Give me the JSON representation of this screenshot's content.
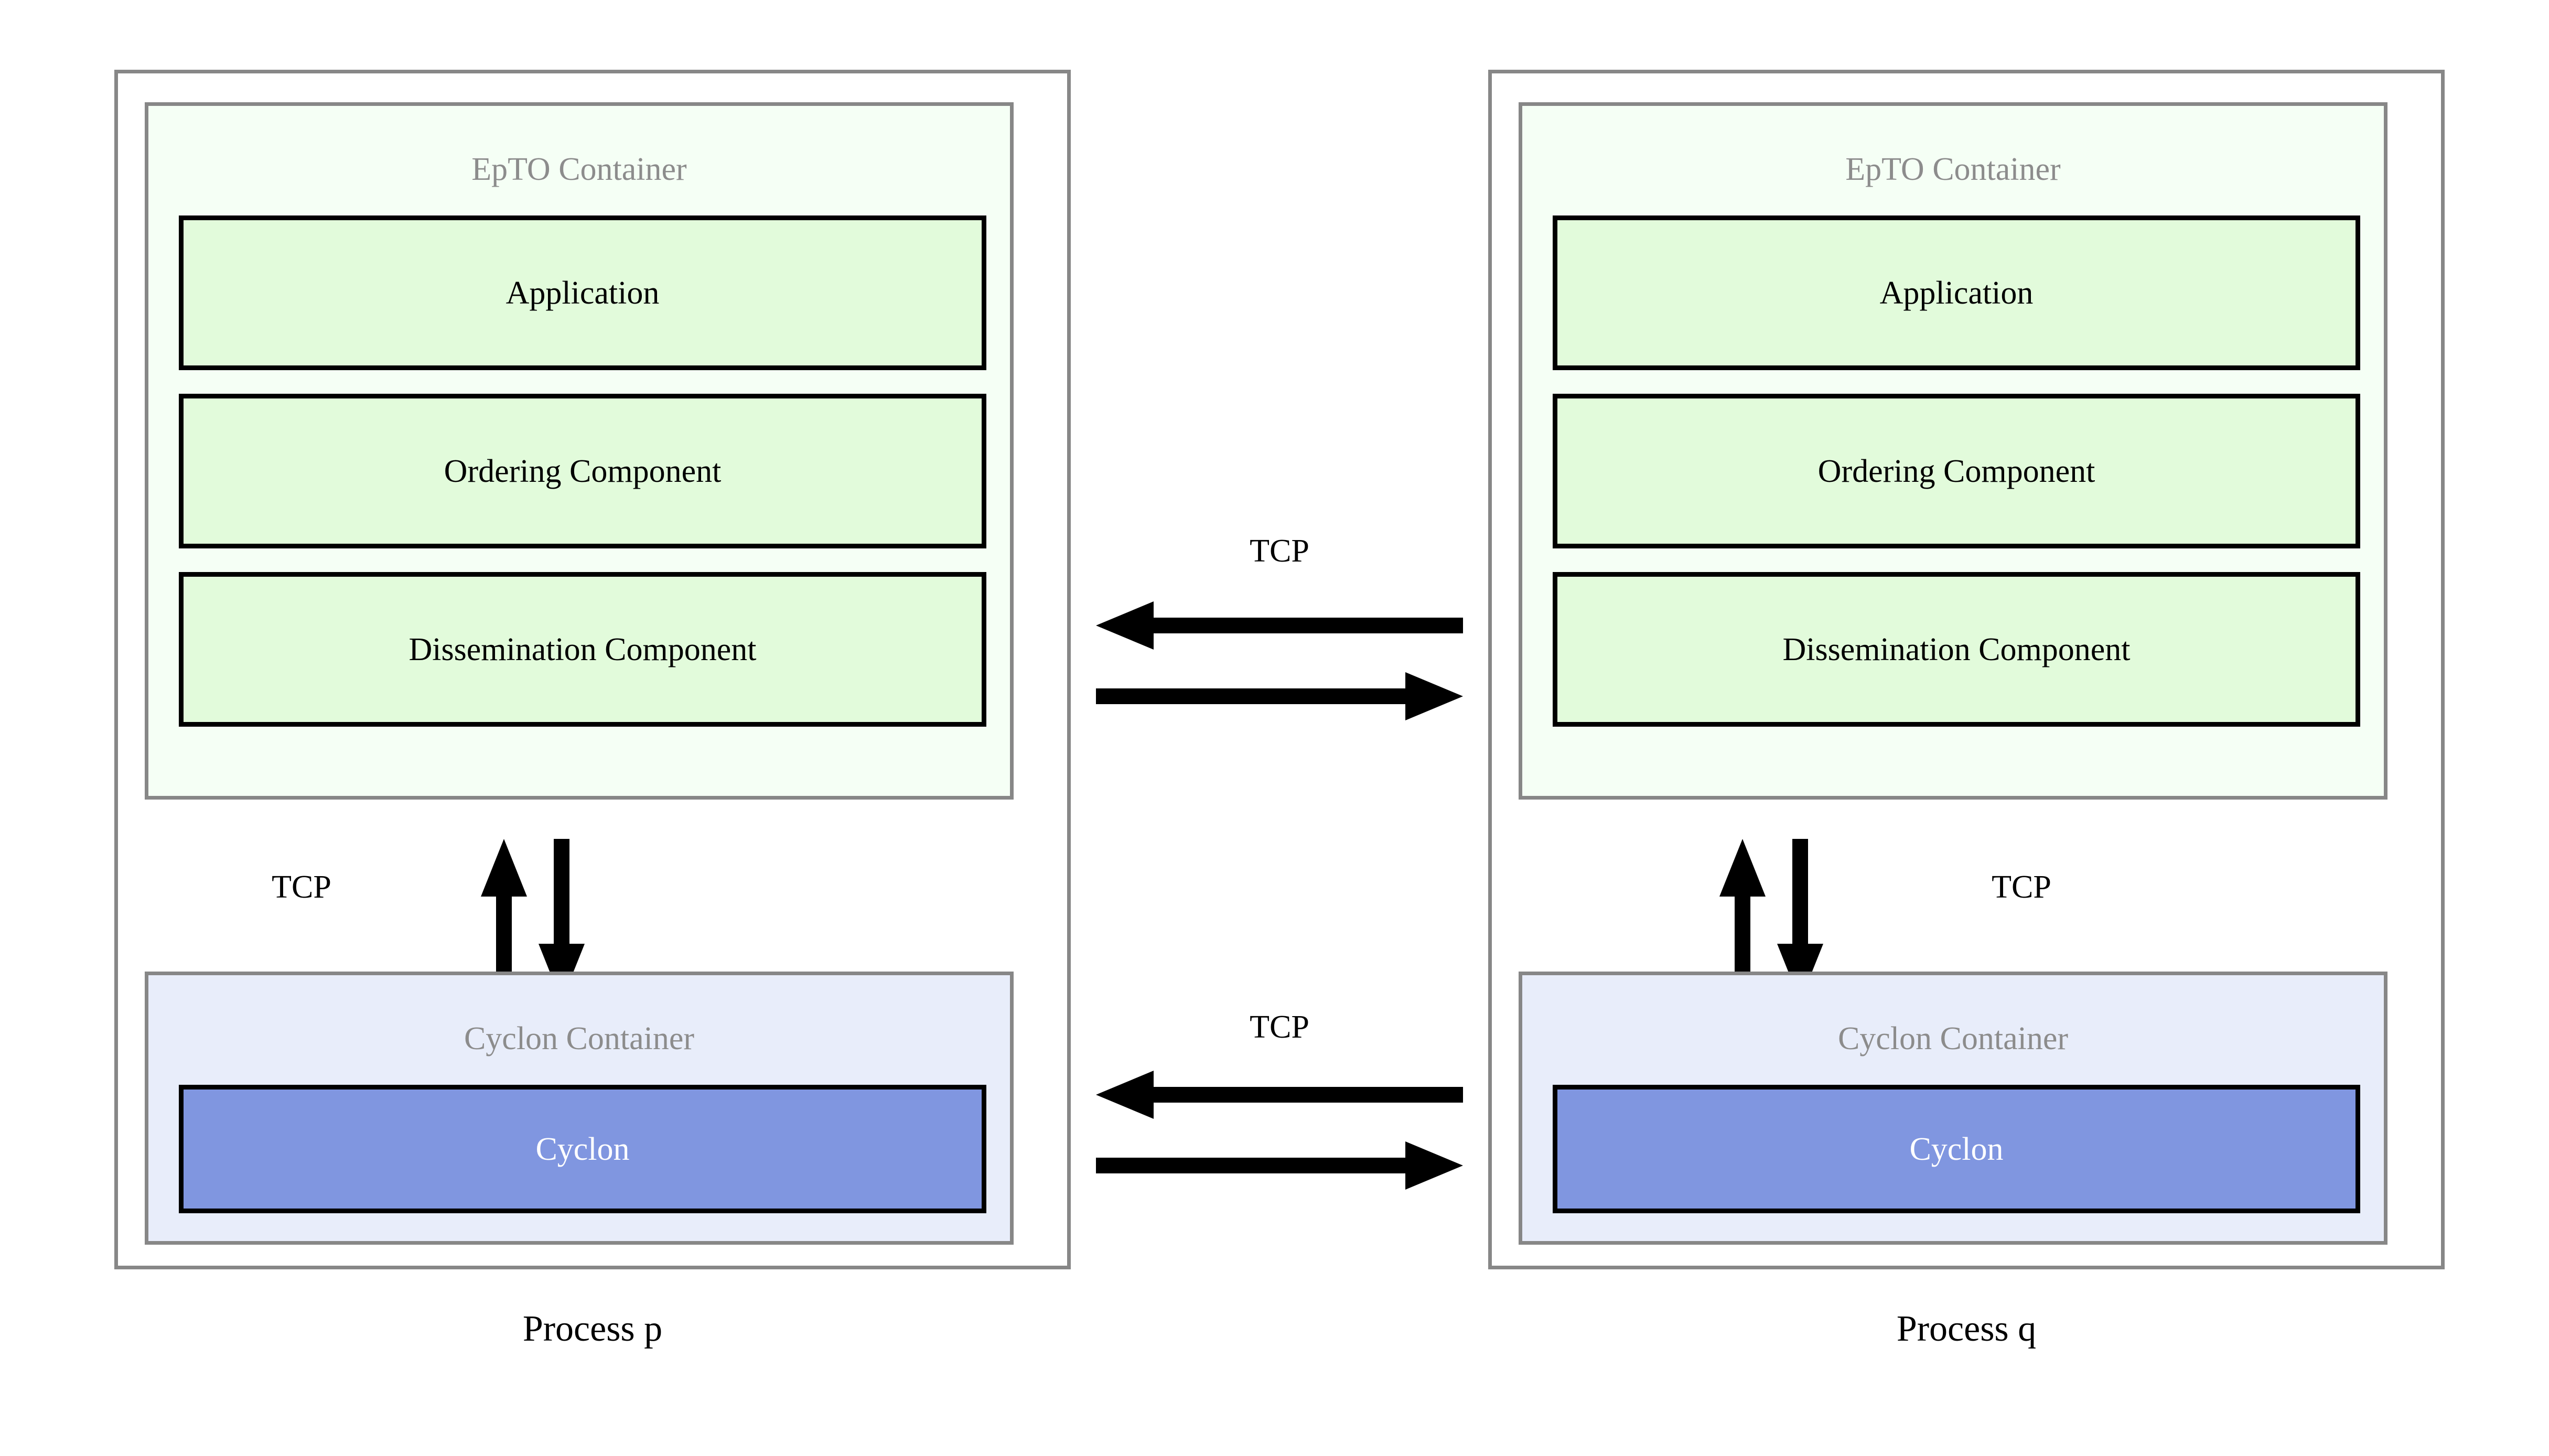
{
  "diagram": {
    "title": "EpTO and Cyclon container architecture across two processes",
    "colors": {
      "frame_border": "#878787",
      "epto_container_fill": "#f5fff5",
      "cyclon_container_fill": "#e8edfa",
      "component_green_fill": "#e2fbdb",
      "component_blue_fill": "#8096e0",
      "component_border": "#000000",
      "container_title_text": "#8c8c8c",
      "arrow": "#000000",
      "background": "#ffffff"
    }
  },
  "processes": [
    {
      "id": "p",
      "caption": "Process p",
      "epto": {
        "title": "EpTO Container",
        "components": [
          {
            "label": "Application"
          },
          {
            "label": "Ordering Component"
          },
          {
            "label": "Dissemination Component"
          }
        ]
      },
      "cyclon": {
        "title": "Cyclon Container",
        "components": [
          {
            "label": "Cyclon"
          }
        ]
      },
      "internal_link": {
        "label": "TCP",
        "label_side": "left",
        "directions": [
          "up",
          "down"
        ]
      }
    },
    {
      "id": "q",
      "caption": "Process q",
      "epto": {
        "title": "EpTO Container",
        "components": [
          {
            "label": "Application"
          },
          {
            "label": "Ordering Component"
          },
          {
            "label": "Dissemination Component"
          }
        ]
      },
      "cyclon": {
        "title": "Cyclon Container",
        "components": [
          {
            "label": "Cyclon"
          }
        ]
      },
      "internal_link": {
        "label": "TCP",
        "label_side": "right",
        "directions": [
          "up",
          "down"
        ]
      }
    }
  ],
  "inter_process_links": [
    {
      "id": "epto-link",
      "label": "TCP",
      "from": "Dissemination Component",
      "to": "Dissemination Component",
      "directions": [
        "left",
        "right"
      ]
    },
    {
      "id": "cyclon-link",
      "label": "TCP",
      "from": "Cyclon",
      "to": "Cyclon",
      "directions": [
        "left",
        "right"
      ]
    }
  ]
}
